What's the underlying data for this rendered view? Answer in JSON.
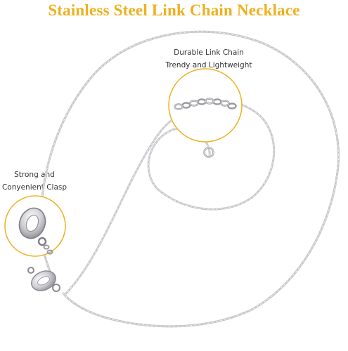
{
  "header": {
    "title": "Stainless Steel Link Chain Necklace"
  },
  "callouts": {
    "chain": {
      "line1": "Durable Link Chain",
      "line2": "Trendy and Lightweight"
    },
    "clasp": {
      "line1": "Strong and",
      "line2": "Conyenient Clasp"
    }
  },
  "colors": {
    "accent": "#eeb01e",
    "chain": "#c8c8cc",
    "chain_dark": "#8d8d92",
    "text": "#333333"
  }
}
